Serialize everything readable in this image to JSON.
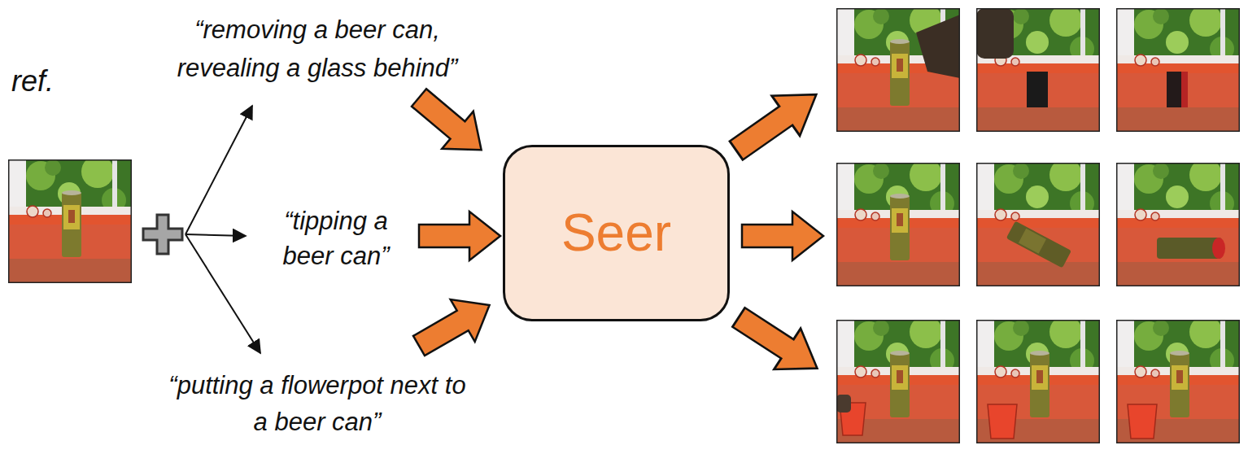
{
  "diagram": {
    "nodes": [
      {
        "text": [
          "Seer"
        ]
      }
    ],
    "labels": [
      "ref.",
      "“removing a beer can, revealing a glass behind”",
      "“tipping a beer can”",
      "“putting a flowerpot next to a beer can”"
    ]
  }
}
